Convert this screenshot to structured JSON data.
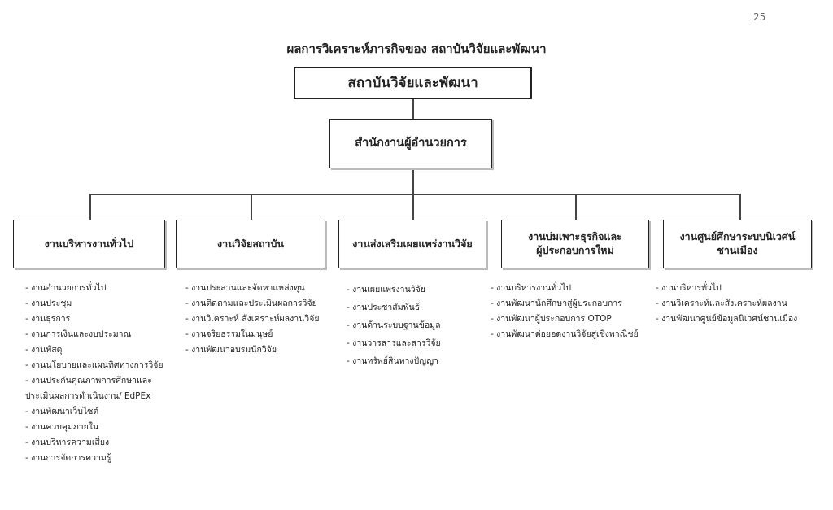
{
  "page_number": "25",
  "diagram_title": "ผลการวิเคราะห์ภารกิจของ สถาบันวิจัยและพัฒนา",
  "root": "สถาบันวิจัยและพัฒนา",
  "office": "สำนักงานผู้อำนวยการ",
  "units": [
    {
      "name": "งานบริหารงานทั่วไป",
      "tasks": [
        "- งานอำนวยการทั่วไป",
        "- งานประชุม",
        "- งานธุรการ",
        "- งานการเงินและงบประมาณ",
        "- งานพัสดุ",
        "- งานนโยบายและแผนทิศทางการวิจัย",
        "- งานประกันคุณภาพการศึกษาและ",
        "ประเมินผลการดำเนินงาน/ EdPEx",
        "- งานพัฒนาเว็บไซต์",
        "- งานควบคุมภายใน",
        "- งานบริหารความเสี่ยง",
        "- งานการจัดการความรู้"
      ]
    },
    {
      "name": "งานวิจัยสถาบัน",
      "tasks": [
        "- งานประสานและจัดหาแหล่งทุน",
        "- งานติดตามและประเมินผลการวิจัย",
        "- งานวิเคราะห์ สังเคราะห์ผลงานวิจัย",
        "- งานจริยธรรมในมนุษย์",
        "- งานพัฒนาอบรมนักวิจัย"
      ]
    },
    {
      "name": "งานส่งเสริมเผยแพร่งานวิจัย",
      "tasks": [
        "- งานเผยแพร่งานวิจัย",
        "- งานประชาสัมพันธ์",
        "- งานด้านระบบฐานข้อมูล",
        "- งานวารสารและสารวิจัย",
        "- งานทรัพย์สินทางปัญญา"
      ]
    },
    {
      "name_line1": "งานบ่มเพาะธุรกิจและ",
      "name_line2": "ผู้ประกอบการใหม่",
      "tasks": [
        "- งานบริหารงานทั่วไป",
        "- งานพัฒนานักศึกษาสู่ผู้ประกอบการ",
        "-  งานพัฒนาผู้ประกอบการ OTOP",
        "- งานพัฒนาต่อยอดงานวิจัยสู่เชิงพาณิชย์"
      ]
    },
    {
      "name_line1": "งานศูนย์ศึกษาระบบนิเวศน์",
      "name_line2": "ชานเมือง",
      "tasks": [
        "- งานบริหารทั่วไป",
        "- งานวิเคราะห์และสังเคราะห์ผลงาน",
        "- งานพัฒนาศูนย์ข้อมูลนิเวศน์ชานเมือง"
      ]
    }
  ]
}
